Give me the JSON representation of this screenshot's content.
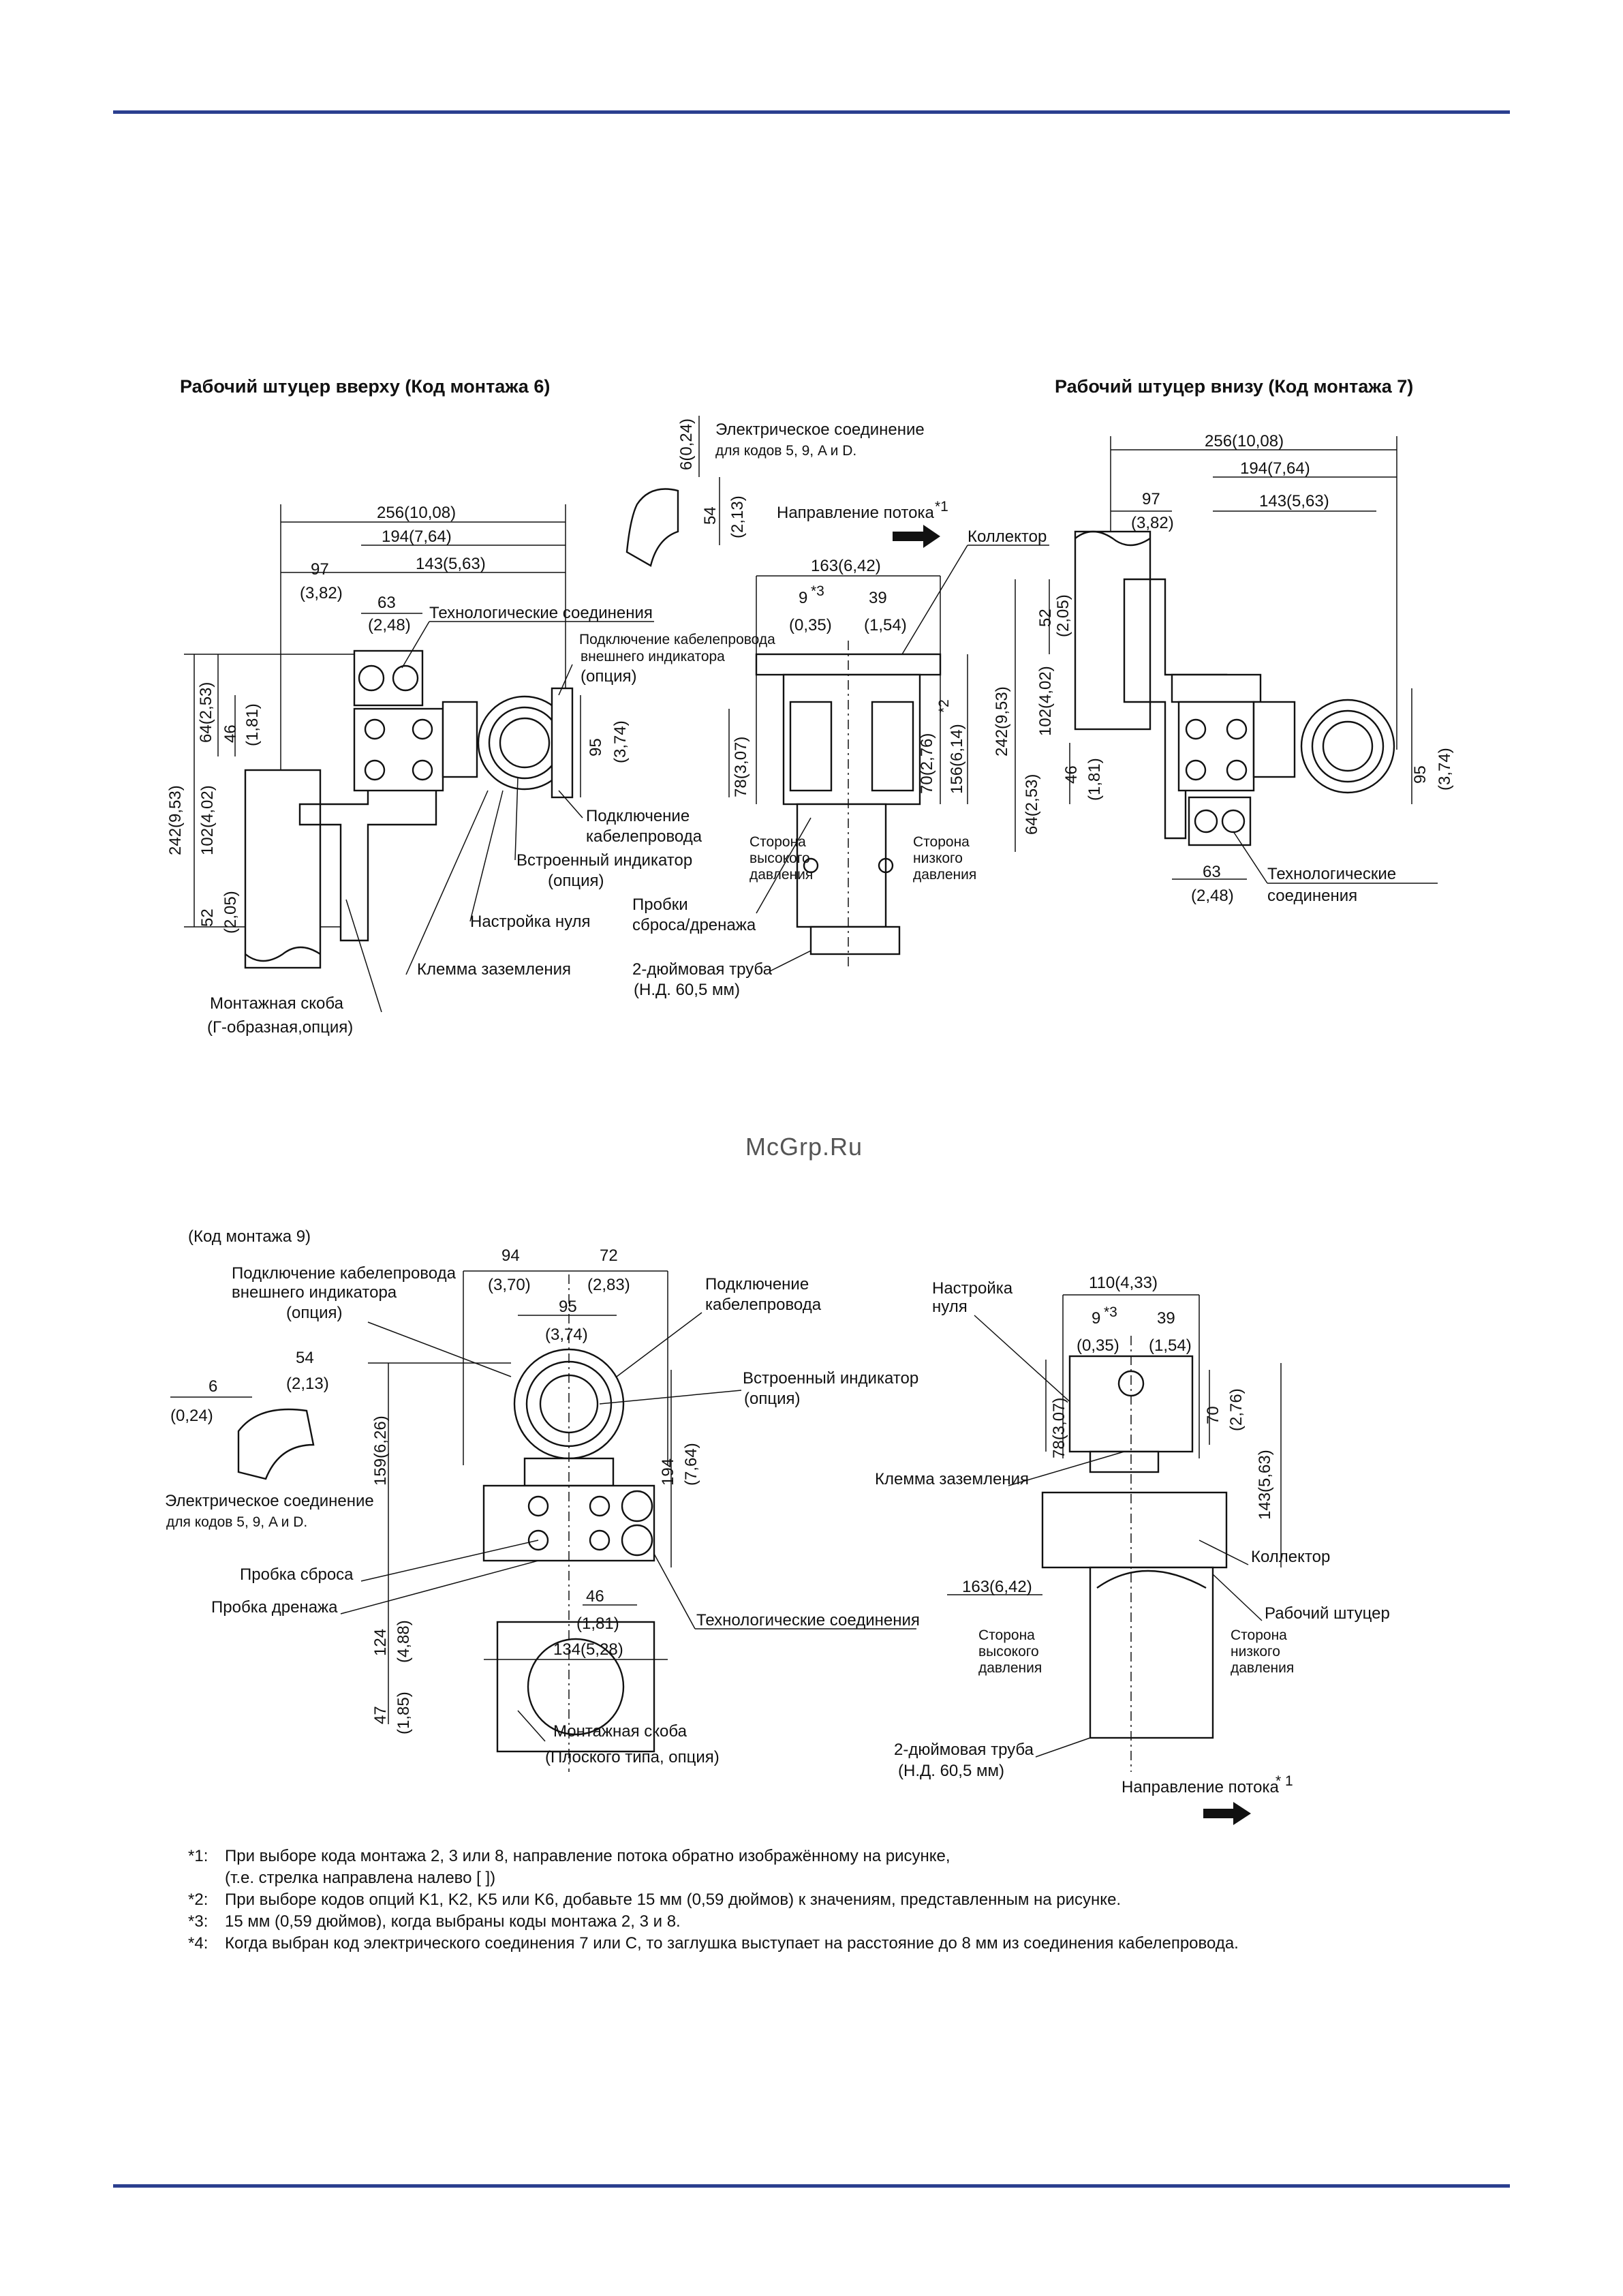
{
  "watermark": "McGrp.Ru",
  "top_left": {
    "title": "Рабочий штуцер вверху (Код монтажа 6)",
    "dims": [
      "256(10,08)",
      "194(7,64)",
      "97",
      "(3,82)",
      "143(5,63)",
      "63",
      "(2,48)",
      "64(2,53)",
      "46",
      "(1,81)",
      "242(9,53)",
      "102(4,02)",
      "52",
      "(2,05)",
      "95",
      "(3,74)"
    ],
    "labels": {
      "process_conn": "Технологические соединения",
      "ext_ind_1": "Подключение кабелепровода",
      "ext_ind_2": "внешнего индикатора",
      "ext_ind_3": "(опция)",
      "conduit_1": "Подключение",
      "conduit_2": "кабелепровода",
      "indicator_1": "Встроенный индикатор",
      "indicator_2": "(опция)",
      "zero": "Настройка нуля",
      "ground": "Клемма заземления",
      "bracket_1": "Монтажная скоба",
      "bracket_2": "(Г-образная,опция)"
    }
  },
  "top_center": {
    "elec_dims": [
      "6(0,24)",
      "54",
      "(2,13)"
    ],
    "elec_1": "Электрическое соединение",
    "elec_2": "для кодов 5, 9, A и D.",
    "flow": "Направление потока",
    "flow_sup": "*1",
    "dims": [
      "163(6,42)",
      "9",
      "*3",
      "(0,35)",
      "39",
      "(1,54)",
      "78(3,07)",
      "70(2,76)",
      "156(6,14)",
      "*2"
    ],
    "labels": {
      "manifold": "Коллектор",
      "high_1": "Сторона",
      "high_2": "высокого",
      "high_3": "давления",
      "low_1": "Сторона",
      "low_2": "низкого",
      "low_3": "давления",
      "plugs_1": "Пробки",
      "plugs_2": "сброса/дренажа",
      "pipe_1": "2-дюймовая труба",
      "pipe_2": "(Н.Д. 60,5 мм)"
    }
  },
  "top_right": {
    "title": "Рабочий штуцер внизу (Код монтажа 7)",
    "dims": [
      "256(10,08)",
      "194(7,64)",
      "97",
      "(3,82)",
      "143(5,63)",
      "52",
      "(2,05)",
      "242(9,53)",
      "102(4,02)",
      "46",
      "(1,81)",
      "64(2,53)",
      "95",
      "(3,74)",
      "63",
      "(2,48)"
    ],
    "labels": {
      "process_1": "Технологические",
      "process_2": "соединения"
    }
  },
  "bottom_left": {
    "title": "(Код монтажа 9)",
    "dims": [
      "94",
      "(3,70)",
      "72",
      "(2,83)",
      "95",
      "(3,74)",
      "54",
      "(2,13)",
      "6",
      "(0,24)",
      "159(6,26)",
      "194",
      "(7,64)",
      "46",
      "(1,81)",
      "134(5,28)",
      "124",
      "(4,88)",
      "47",
      "(1,85)"
    ],
    "labels": {
      "ext_ind_1": "Подключение кабелепровода",
      "ext_ind_2": "внешнего индикатора",
      "ext_ind_3": "(опция)",
      "conduit_1": "Подключение",
      "conduit_2": "кабелепровода",
      "indicator_1": "Встроенный индикатор",
      "indicator_2": "(опция)",
      "elec_1": "Электрическое соединение",
      "elec_2": "для кодов 5, 9, A и D.",
      "vent": "Пробка сброса",
      "drain": "Пробка дренажа",
      "process": "Технологические соединения",
      "bracket_1": "Монтажная скоба",
      "bracket_2": "(Плоского типа, опция)"
    }
  },
  "bottom_right": {
    "dims": [
      "110(4,33)",
      "9",
      "*3",
      "(0,35)",
      "39",
      "(1,54)",
      "78(3,07)",
      "70",
      "(2,76)",
      "143(5,63)",
      "163(6,42)"
    ],
    "labels": {
      "zero_1": "Настройка",
      "zero_2": "нуля",
      "ground": "Клемма заземления",
      "manifold": "Коллектор",
      "port": "Рабочий штуцер",
      "high_1": "Сторона",
      "high_2": "высокого",
      "high_3": "давления",
      "low_1": "Сторона",
      "low_2": "низкого",
      "low_3": "давления",
      "pipe_1": "2-дюймовая труба",
      "pipe_2": "(Н.Д. 60,5 мм)",
      "flow": "Направление потока",
      "flow_sup": "* 1"
    }
  },
  "notes": [
    {
      "key": "*1:",
      "text": "При выборе кода монтажа 2, 3 или 8, направление потока обратно изображённому на рисунке,"
    },
    {
      "key": "",
      "text": "(т.е. стрелка направлена налево [ ])"
    },
    {
      "key": "*2:",
      "text": "При выборе кодов опций K1, K2, K5 или K6, добавьте 15 мм (0,59 дюймов) к значениям, представленным на рисунке."
    },
    {
      "key": "*3:",
      "text": "15 мм (0,59 дюймов), когда выбраны коды монтажа 2, 3 и 8."
    },
    {
      "key": "*4:",
      "text": "Когда выбран код электрического соединения 7 или C, то заглушка выступает на расстояние до 8 мм из соединения кабелепровода."
    }
  ]
}
